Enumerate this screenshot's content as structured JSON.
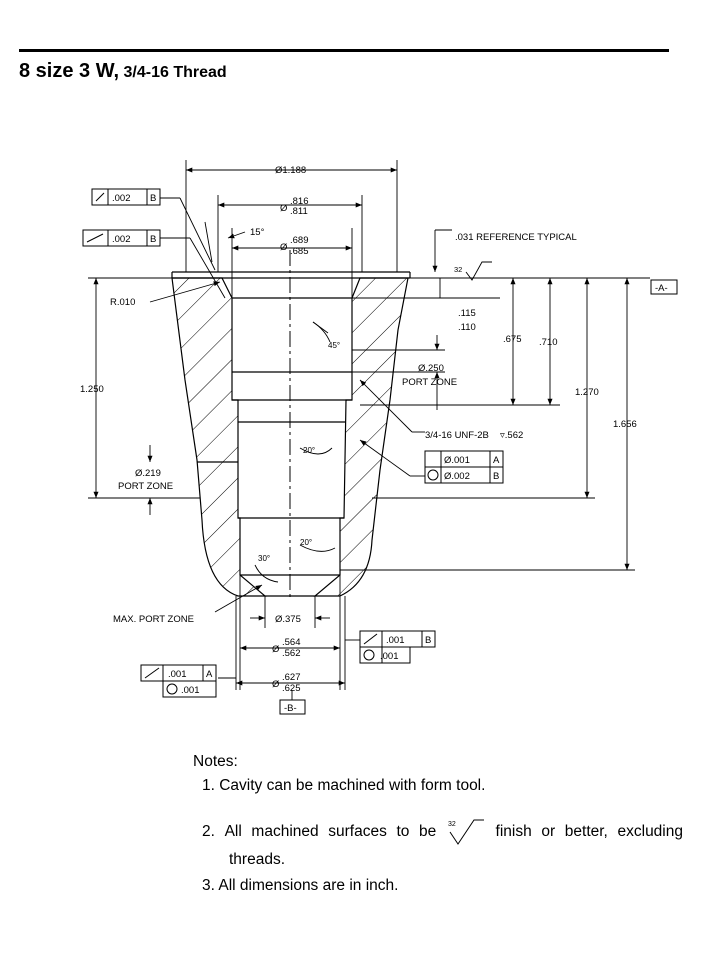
{
  "header": {
    "title_main": "8 size 3 W,",
    "title_sub": "3/4-16 Thread"
  },
  "drawing": {
    "dim_dia_1188": "Ø1.188",
    "dia_symbol": "Ø",
    "dia_816": ".816",
    "dia_811": ".811",
    "dia_689": ".689",
    "dia_685": ".685",
    "angle_15": "15°",
    "ref_note": ".031 REFERENCE TYPICAL",
    "finish_32": "32",
    "datum_a": "-A-",
    "datum_b": "-B-",
    "radius": "R.010",
    "dim_115": ".115",
    "dim_110": ".110",
    "dim_675": ".675",
    "dim_710": ".710",
    "angle_45": "45°",
    "port_dia_250": "Ø.250",
    "port_zone": "PORT ZONE",
    "dim_1250": "1.250",
    "dim_1270": "1.270",
    "dim_1656": "1.656",
    "thread_callout": "3/4-16 UNF-2B",
    "thread_depth": "▿.562",
    "angle_20a": "20°",
    "angle_20b": "20°",
    "angle_30": "30°",
    "port_dia_219": "Ø.219",
    "max_port_zone": "MAX. PORT ZONE",
    "dia_375": "Ø.375",
    "dia_564": ".564",
    "dia_562": ".562",
    "dia_627": ".627",
    "dia_625": ".625",
    "fcf_top1_val": ".002",
    "fcf_top1_ref": "B",
    "fcf_top2_val": ".002",
    "fcf_top2_ref": "B",
    "fcf_right1_val": "Ø.001",
    "fcf_right1_ref": "A",
    "fcf_right2_val": "Ø.002",
    "fcf_right2_ref": "B",
    "fcf_mid1_val": ".001",
    "fcf_mid1_ref": "B",
    "fcf_mid2_val": ".001",
    "fcf_left1_val": ".001",
    "fcf_left1_ref": "A",
    "fcf_left2_val": ".001"
  },
  "notes": {
    "heading": "Notes:",
    "n1": "1. Cavity can be machined with form tool.",
    "n2_lead": "2.",
    "n2_a": "All",
    "n2_b": "machined",
    "n2_c": "surfaces",
    "n2_d": "to",
    "n2_e": "be",
    "n2_f": "finish",
    "n2_g": "or",
    "n2_h": "better,",
    "n2_i": "excluding",
    "n2_cont": "threads.",
    "n2_finish_value": "32",
    "n3": "3. All dimensions are in inch."
  }
}
